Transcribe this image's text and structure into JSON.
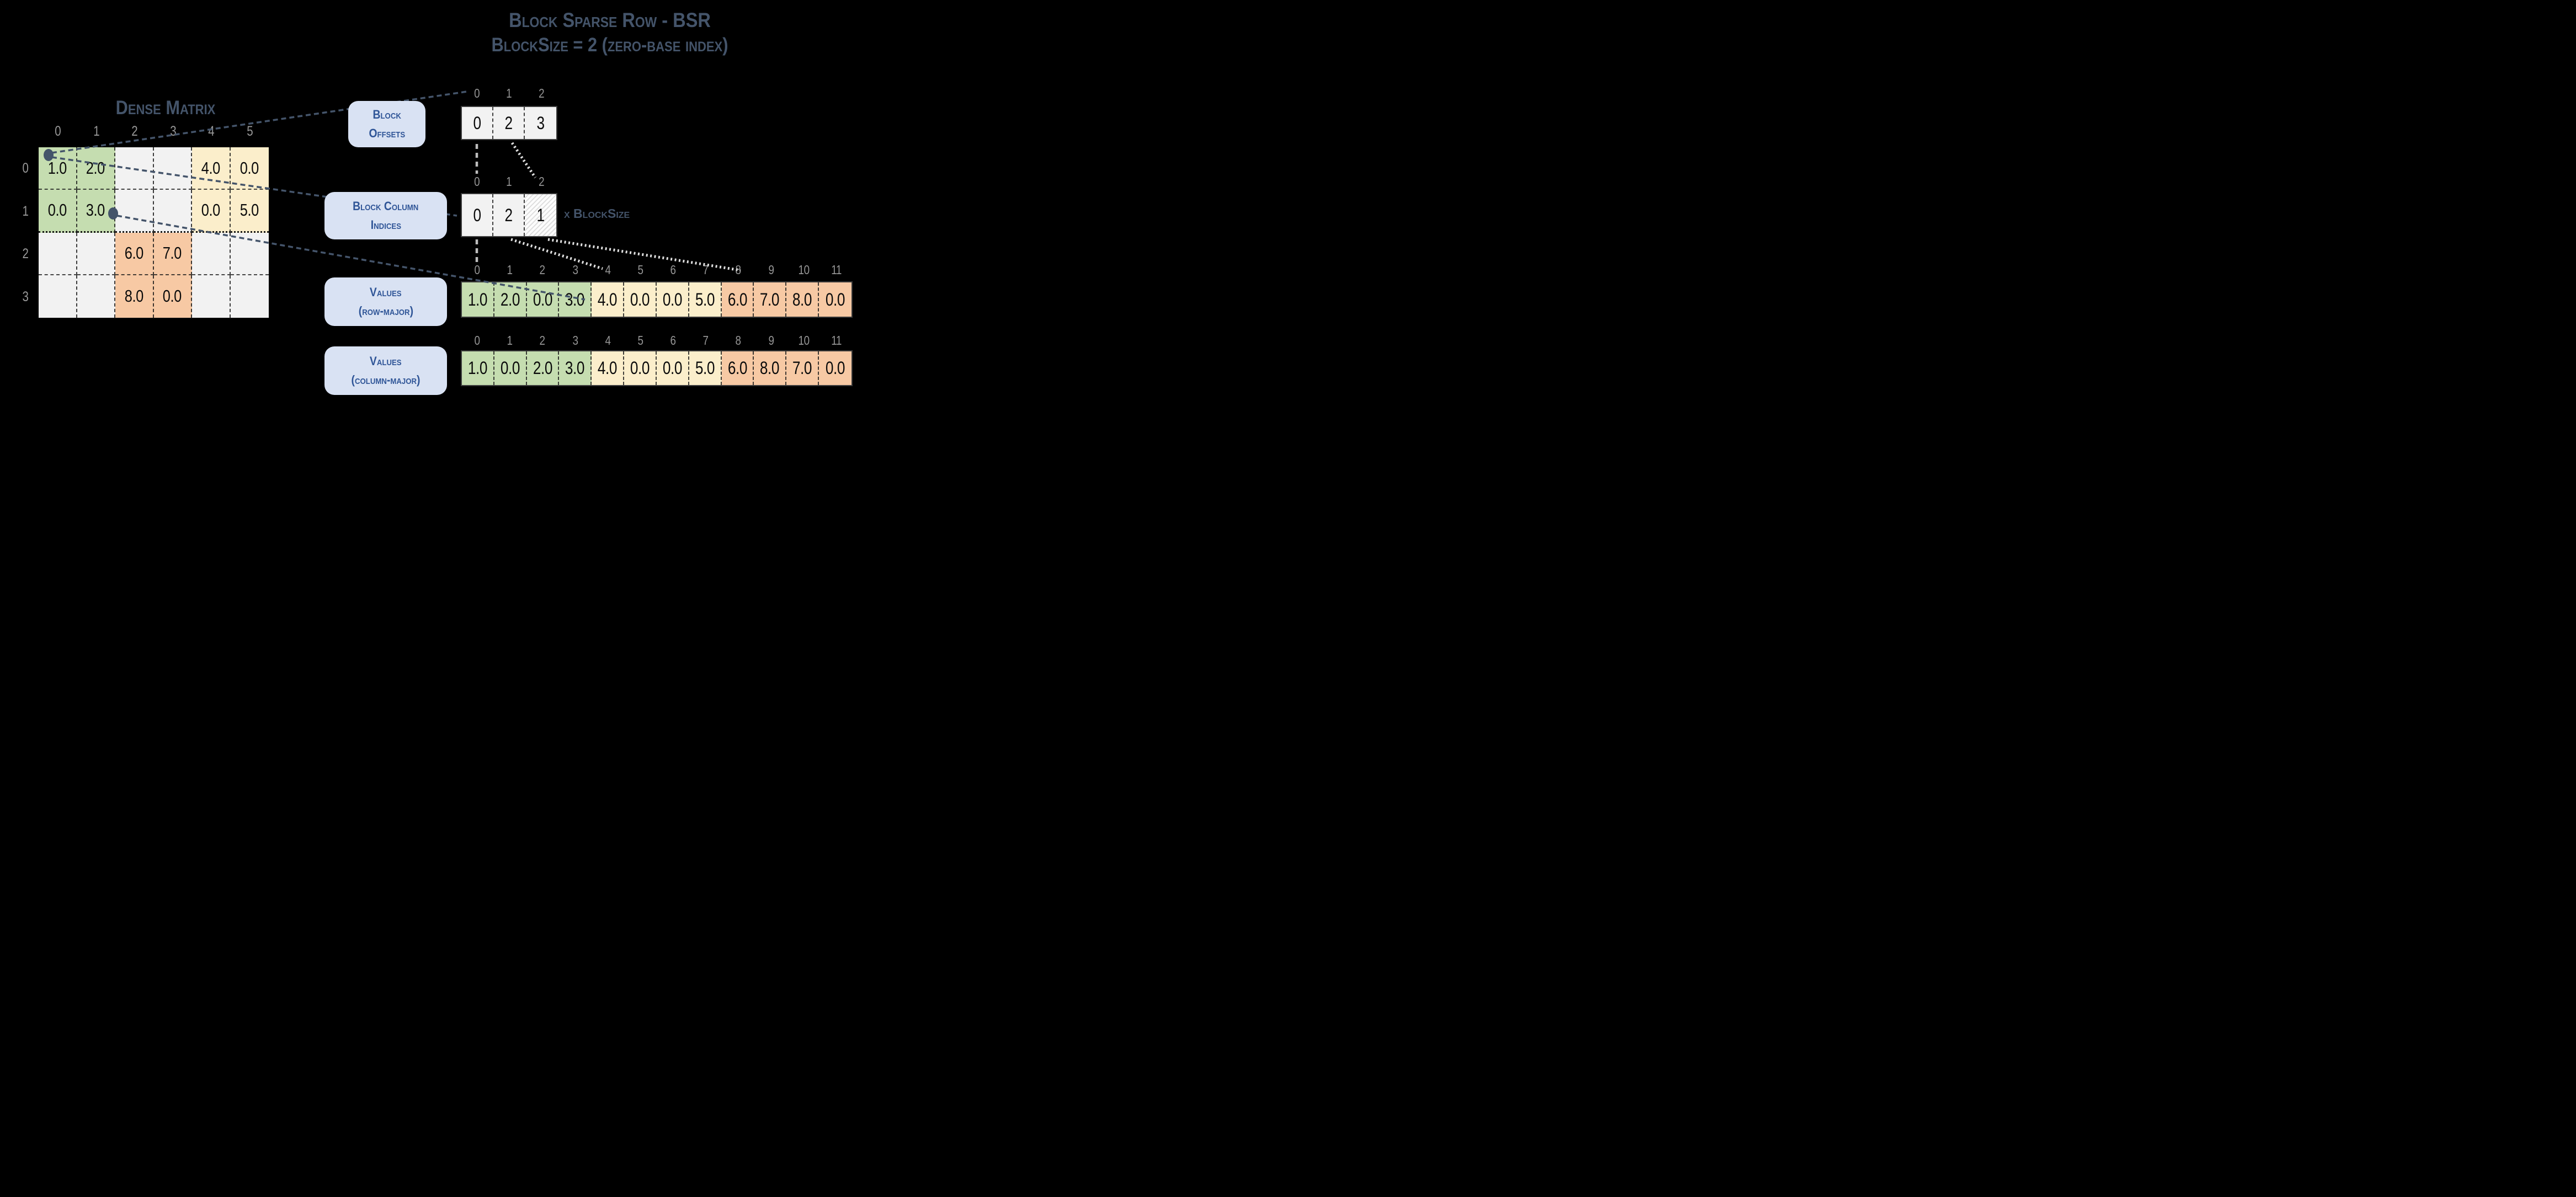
{
  "main_title": {
    "line1": "Block Sparse Row - BSR",
    "line2": "BlockSize = 2 (zero-base index)"
  },
  "dense_matrix": {
    "title": "Dense Matrix",
    "column_headers": [
      "0",
      "1",
      "2",
      "3",
      "4",
      "5"
    ],
    "row_headers": [
      "0",
      "1",
      "2",
      "3"
    ],
    "rows": [
      [
        "1.0",
        "2.0",
        "",
        "",
        "4.0",
        "0.0"
      ],
      [
        "0.0",
        "3.0",
        "",
        "",
        "0.0",
        "5.0"
      ],
      [
        "",
        "",
        "6.0",
        "7.0",
        "",
        ""
      ],
      [
        "",
        "",
        "8.0",
        "0.0",
        "",
        ""
      ]
    ]
  },
  "block_offsets": {
    "label": [
      "Block",
      "Offsets"
    ],
    "indices": [
      "0",
      "1",
      "2"
    ],
    "values": [
      "0",
      "2",
      "3"
    ]
  },
  "block_column_indices": {
    "label": [
      "Block Column",
      "Indices"
    ],
    "indices": [
      "0",
      "1",
      "2"
    ],
    "values": [
      "0",
      "2",
      "1"
    ],
    "hatched_cell_index": 2,
    "note": "x BlockSize"
  },
  "values_row_major": {
    "label": [
      "Values",
      "(row-major)"
    ],
    "indices": [
      "0",
      "1",
      "2",
      "3",
      "4",
      "5",
      "6",
      "7",
      "8",
      "9",
      "10",
      "11"
    ],
    "values": [
      "1.0",
      "2.0",
      "0.0",
      "3.0",
      "4.0",
      "0.0",
      "0.0",
      "5.0",
      "6.0",
      "7.0",
      "8.0",
      "0.0"
    ]
  },
  "values_column_major": {
    "label": [
      "Values",
      "(column-major)"
    ],
    "indices": [
      "0",
      "1",
      "2",
      "3",
      "4",
      "5",
      "6",
      "7",
      "8",
      "9",
      "10",
      "11"
    ],
    "values": [
      "1.0",
      "0.0",
      "2.0",
      "3.0",
      "4.0",
      "0.0",
      "0.0",
      "5.0",
      "6.0",
      "8.0",
      "7.0",
      "0.0"
    ]
  },
  "colors": {
    "background": "#000000",
    "block_green": "#C5DDB0",
    "block_yellow": "#FBEECB",
    "block_orange": "#F7C9A4",
    "empty_cell_gray": "#F2F2F2",
    "label_box_bg": "#D9E2F3",
    "label_box_text": "#2F5597",
    "title_text": "#44546A",
    "index_text": "#969696",
    "connector_dark": "#44546A",
    "connector_light": "#DEDEDE"
  }
}
